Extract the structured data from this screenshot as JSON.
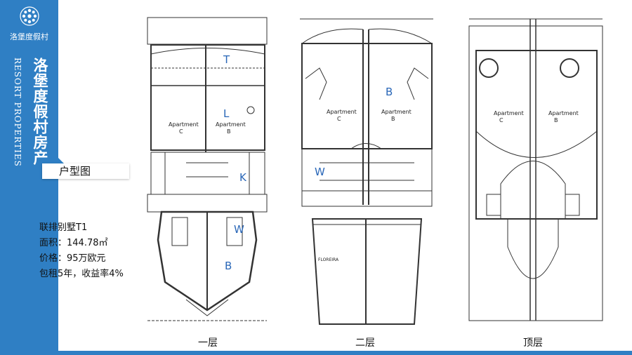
{
  "brand": {
    "logo_name": "洛堡度假村",
    "vertical_cn": "洛堡度假村房产",
    "vertical_en": "RESORT PROPERTIES",
    "colors": {
      "primary": "#2f7fc4",
      "mark": "#2a67b8"
    }
  },
  "section": {
    "title": "户型图"
  },
  "property": {
    "name": "联排别墅T1",
    "area": "面积：144.78㎡",
    "price": "价格：95万欧元",
    "lease": "包租5年，收益率4%"
  },
  "floors": [
    {
      "label": "一层",
      "markers": [
        "T",
        "L",
        "K",
        "W",
        "B"
      ],
      "room_labels": [
        "Apartment",
        "C",
        "Apartment",
        "B"
      ]
    },
    {
      "label": "二层",
      "markers": [
        "B",
        "W"
      ],
      "room_labels": [
        "Apartment",
        "C",
        "Apartment",
        "B",
        "FLOREIRA"
      ]
    },
    {
      "label": "顶层",
      "markers": [],
      "room_labels": [
        "Apartment",
        "C",
        "Apartment",
        "B"
      ]
    }
  ]
}
